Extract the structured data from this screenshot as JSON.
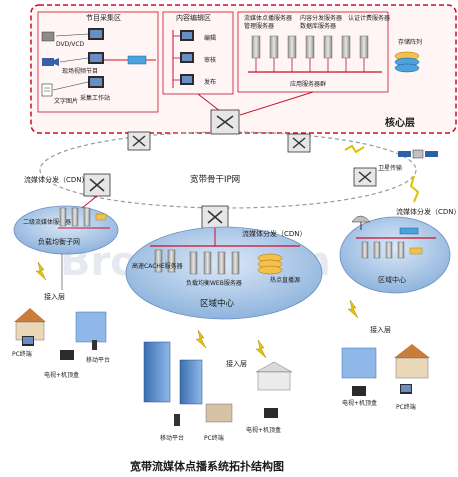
{
  "watermark": "BroadVision",
  "core": {
    "label": "核心层",
    "sections": {
      "program_collection": "节目采集区",
      "content_editing": "内容编辑区",
      "server_group": "应用服务器群"
    },
    "collection_items": [
      "DVD/VCD",
      "现场视频节目",
      "文字图片",
      "采集工作站"
    ],
    "editing_items": [
      "编辑",
      "审核",
      "发布"
    ],
    "server_labels": [
      "流媒体点播服务器",
      "管理服务器",
      "内容分发服务器",
      "数据库服务器",
      "认证计费服务器"
    ],
    "storage_label": "存储阵列"
  },
  "backbone": {
    "label": "宽带骨干IP网",
    "satellite": "卫星传输"
  },
  "left_cdn": {
    "title": "流媒体分发（CDN）",
    "server": "二级流媒体服务器",
    "network": "负载均衡子网"
  },
  "center_cdn": {
    "title": "流媒体分发（CDN）",
    "cache": "高速CACHE服务器",
    "balance": "负载均衡WEB服务器",
    "hotspot": "热点直播源",
    "center": "区域中心"
  },
  "right_cdn": {
    "title": "流媒体分发（CDN）",
    "center": "区域中心"
  },
  "access": {
    "layer": "接入层",
    "pc": "PC终端",
    "tv": "电视+机顶盒",
    "mobile": "移动平台",
    "pc2": "PC终端",
    "tv2": "电视+机顶盒",
    "mobile2": "移动平台"
  },
  "caption": "宽带流媒体点播系统拓扑结构图"
}
